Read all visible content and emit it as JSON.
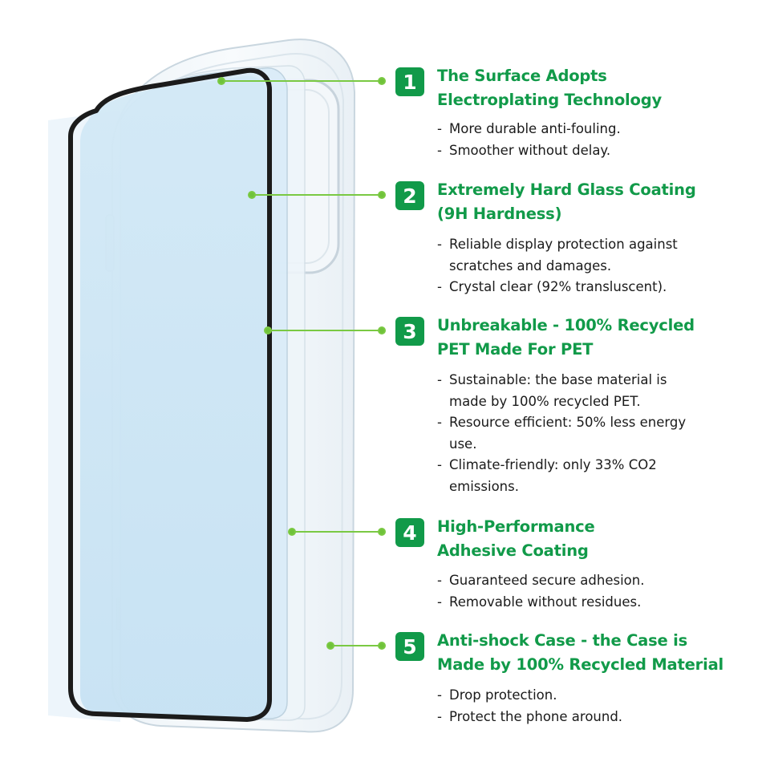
{
  "colors": {
    "accent_green": "#119a49",
    "callout_line": "#7ac943",
    "callout_dot": "#6fc23a",
    "glass_tint": "#cfe7f5",
    "frame_black": "#1b1b1b"
  },
  "features": [
    {
      "number": "1",
      "title_lines": [
        "The Surface Adopts",
        "Electroplating Technology"
      ],
      "bullets": [
        {
          "lines": [
            "More durable anti-fouling."
          ]
        },
        {
          "lines": [
            "Smoother without delay."
          ]
        }
      ]
    },
    {
      "number": "2",
      "title_lines": [
        "Extremely Hard Glass Coating",
        "(9H Hardness)"
      ],
      "bullets": [
        {
          "lines": [
            "Reliable display protection against",
            "scratches and damages."
          ]
        },
        {
          "lines": [
            "Crystal clear (92% transluscent)."
          ]
        }
      ]
    },
    {
      "number": "3",
      "title_lines": [
        "Unbreakable - 100% Recycled",
        "PET Made For PET"
      ],
      "bullets": [
        {
          "lines": [
            "Sustainable: the base material is",
            "made by 100% recycled PET."
          ]
        },
        {
          "lines": [
            "Resource efficient: 50% less energy",
            "use."
          ]
        },
        {
          "lines": [
            "Climate-friendly: only 33% CO2",
            "emissions."
          ]
        }
      ]
    },
    {
      "number": "4",
      "title_lines": [
        "High-Performance",
        "Adhesive Coating"
      ],
      "bullets": [
        {
          "lines": [
            "Guaranteed secure adhesion."
          ]
        },
        {
          "lines": [
            "Removable without residues."
          ]
        }
      ]
    },
    {
      "number": "5",
      "title_lines": [
        "Anti-shock Case - the Case is",
        "Made by 100% Recycled Material"
      ],
      "bullets": [
        {
          "lines": [
            "Drop protection."
          ]
        },
        {
          "lines": [
            "Protect the phone around."
          ]
        }
      ]
    }
  ]
}
